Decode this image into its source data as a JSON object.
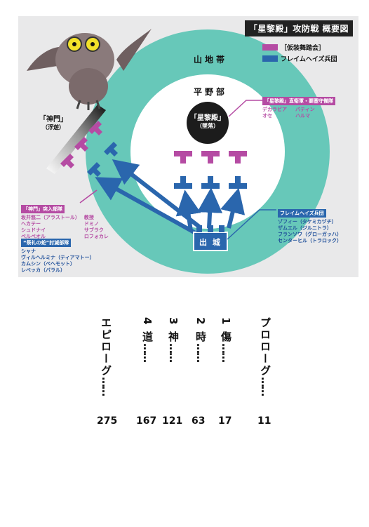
{
  "map": {
    "title": "「星黎殿」攻防戦 概要図",
    "legend": [
      {
        "label": "［仮装舞踏会］",
        "color": "#b54ba3"
      },
      {
        "label": "フレイムヘイズ兵団",
        "color": "#2a66ad"
      }
    ],
    "outer_ring_label": "山地帯",
    "inner_ring_label": "平野部",
    "center_label_1": "「星黎殿」",
    "center_label_2": "（墜落）",
    "gate_label_1": "「神門」",
    "gate_label_2": "（浮遊）",
    "sortie_label": "出 城",
    "defense": {
      "tag": "「星黎殿」直衛軍・要塞守備隊",
      "col1": [
        "デカラビア",
        "オセ"
      ],
      "col2": [
        "バティン",
        "ハルマ"
      ]
    },
    "assault": {
      "tag": "「神門」突入部隊",
      "col1": [
        "坂井悠二（アラストール）",
        "ヘカテー",
        "シュドナイ",
        "ベルペオル"
      ],
      "col2": [
        "教授",
        "ドミノ",
        "サブラク",
        "ロフォカレ"
      ]
    },
    "snake": {
      "tag": "“祭礼の蛇”討滅部隊",
      "names": [
        "シャナ",
        "ヴィルヘルミナ（ティアマトー）",
        "カムシン（ベヘモット）",
        "レベッカ（バラル）"
      ]
    },
    "flame": {
      "tag": "フレイムヘイズ兵団",
      "names": [
        "ゾフィー（タケミカヅチ）",
        "ザムエル（ジルニトラ）",
        "フランソワ（グローガッハ）",
        "センターヒル（トラロック）"
      ]
    },
    "colors": {
      "pink": "#b54ba3",
      "blue": "#2a66ad",
      "ring": "#67c8b9",
      "core": "#1c1c1c"
    },
    "creature_name": "owl-creature-illustration"
  },
  "toc": [
    {
      "title": "プロローグ",
      "page": "11"
    },
    {
      "title": "1 傷",
      "page": "17"
    },
    {
      "title": "2 時",
      "page": "63"
    },
    {
      "title": "3 神",
      "page": "121"
    },
    {
      "title": "4 道",
      "page": "167"
    },
    {
      "title": "エピローグ",
      "page": "275"
    }
  ]
}
